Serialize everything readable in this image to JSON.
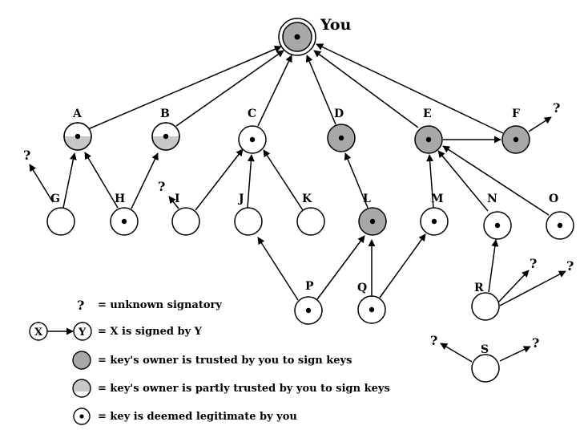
{
  "you_label": "You",
  "unknown_mark": "?",
  "nodes": {
    "you": {
      "label": "You",
      "fill": "trusted",
      "legit": true
    },
    "A": {
      "label": "A",
      "fill": "partial",
      "legit": true
    },
    "B": {
      "label": "B",
      "fill": "partial",
      "legit": true
    },
    "C": {
      "label": "C",
      "fill": "none",
      "legit": true
    },
    "D": {
      "label": "D",
      "fill": "trusted",
      "legit": true
    },
    "E": {
      "label": "E",
      "fill": "trusted",
      "legit": true
    },
    "F": {
      "label": "F",
      "fill": "trusted",
      "legit": true
    },
    "G": {
      "label": "G",
      "fill": "none",
      "legit": false
    },
    "H": {
      "label": "H",
      "fill": "none",
      "legit": true
    },
    "I": {
      "label": "I",
      "fill": "none",
      "legit": false
    },
    "J": {
      "label": "J",
      "fill": "none",
      "legit": false
    },
    "K": {
      "label": "K",
      "fill": "none",
      "legit": false
    },
    "L": {
      "label": "L",
      "fill": "trusted",
      "legit": true
    },
    "M": {
      "label": "M",
      "fill": "none",
      "legit": true
    },
    "N": {
      "label": "N",
      "fill": "none",
      "legit": true
    },
    "O": {
      "label": "O",
      "fill": "none",
      "legit": true
    },
    "P": {
      "label": "P",
      "fill": "none",
      "legit": true
    },
    "Q": {
      "label": "Q",
      "fill": "none",
      "legit": true
    },
    "R": {
      "label": "R",
      "fill": "none",
      "legit": false
    },
    "S": {
      "label": "S",
      "fill": "none",
      "legit": false
    }
  },
  "signatures": [
    [
      "A",
      "you"
    ],
    [
      "B",
      "you"
    ],
    [
      "C",
      "you"
    ],
    [
      "D",
      "you"
    ],
    [
      "E",
      "you"
    ],
    [
      "F",
      "you"
    ],
    [
      "G",
      "A"
    ],
    [
      "H",
      "A"
    ],
    [
      "H",
      "B"
    ],
    [
      "I",
      "C"
    ],
    [
      "J",
      "C"
    ],
    [
      "K",
      "C"
    ],
    [
      "L",
      "D"
    ],
    [
      "M",
      "E"
    ],
    [
      "N",
      "E"
    ],
    [
      "O",
      "E"
    ],
    [
      "E",
      "F"
    ],
    [
      "P",
      "J"
    ],
    [
      "P",
      "L"
    ],
    [
      "Q",
      "L"
    ],
    [
      "Q",
      "M"
    ],
    [
      "R",
      "N"
    ]
  ],
  "unknown_links": [
    "F",
    "G",
    "I",
    "R",
    "R",
    "S",
    "S"
  ],
  "legend": {
    "unknown": "= unknown signatory",
    "signed_x": "X",
    "signed_y": "Y",
    "signed": "= X is signed by Y",
    "trusted": "= key's owner is trusted by you to sign keys",
    "partial": "= key's owner is partly trusted by you to sign keys",
    "legit": "= key is deemed legitimate by you"
  },
  "colors": {
    "trusted": "#a8a8a8",
    "partial": "#c8c8c8",
    "stroke": "#000000",
    "background": "#ffffff"
  }
}
